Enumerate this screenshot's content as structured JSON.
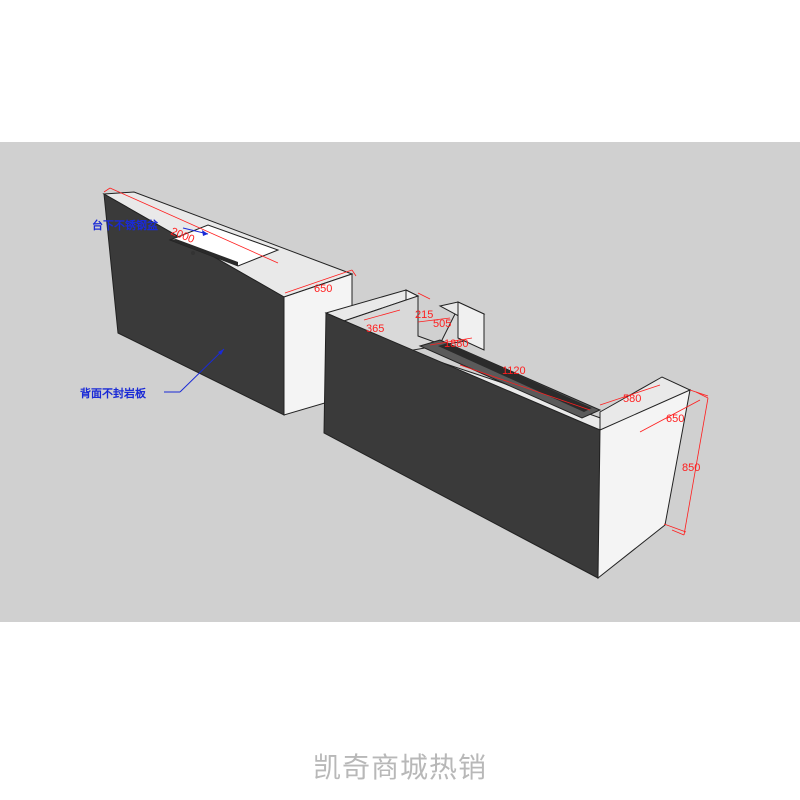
{
  "colors": {
    "background_band": "#d0d0d0",
    "front_face": "#3a3a3a",
    "top_face": "#e8e8e8",
    "side_face": "#f4f4f4",
    "dimension": "#ff1e1e",
    "annotation": "#1a2ad6",
    "footer": "#b8b8b8"
  },
  "dimensions": {
    "left_length": "2000",
    "left_depth": "650",
    "notch_depth": "215",
    "notch_width_left": "365",
    "notch_width_right": "505",
    "counter_length": "1880",
    "trough_length": "1120",
    "right_top_width": "580",
    "right_depth": "650",
    "height": "850"
  },
  "annotations": {
    "sink": "台下不锈钢盆",
    "back": "背面不封岩板"
  },
  "footer": {
    "watermark": "凯奇商城热销"
  }
}
